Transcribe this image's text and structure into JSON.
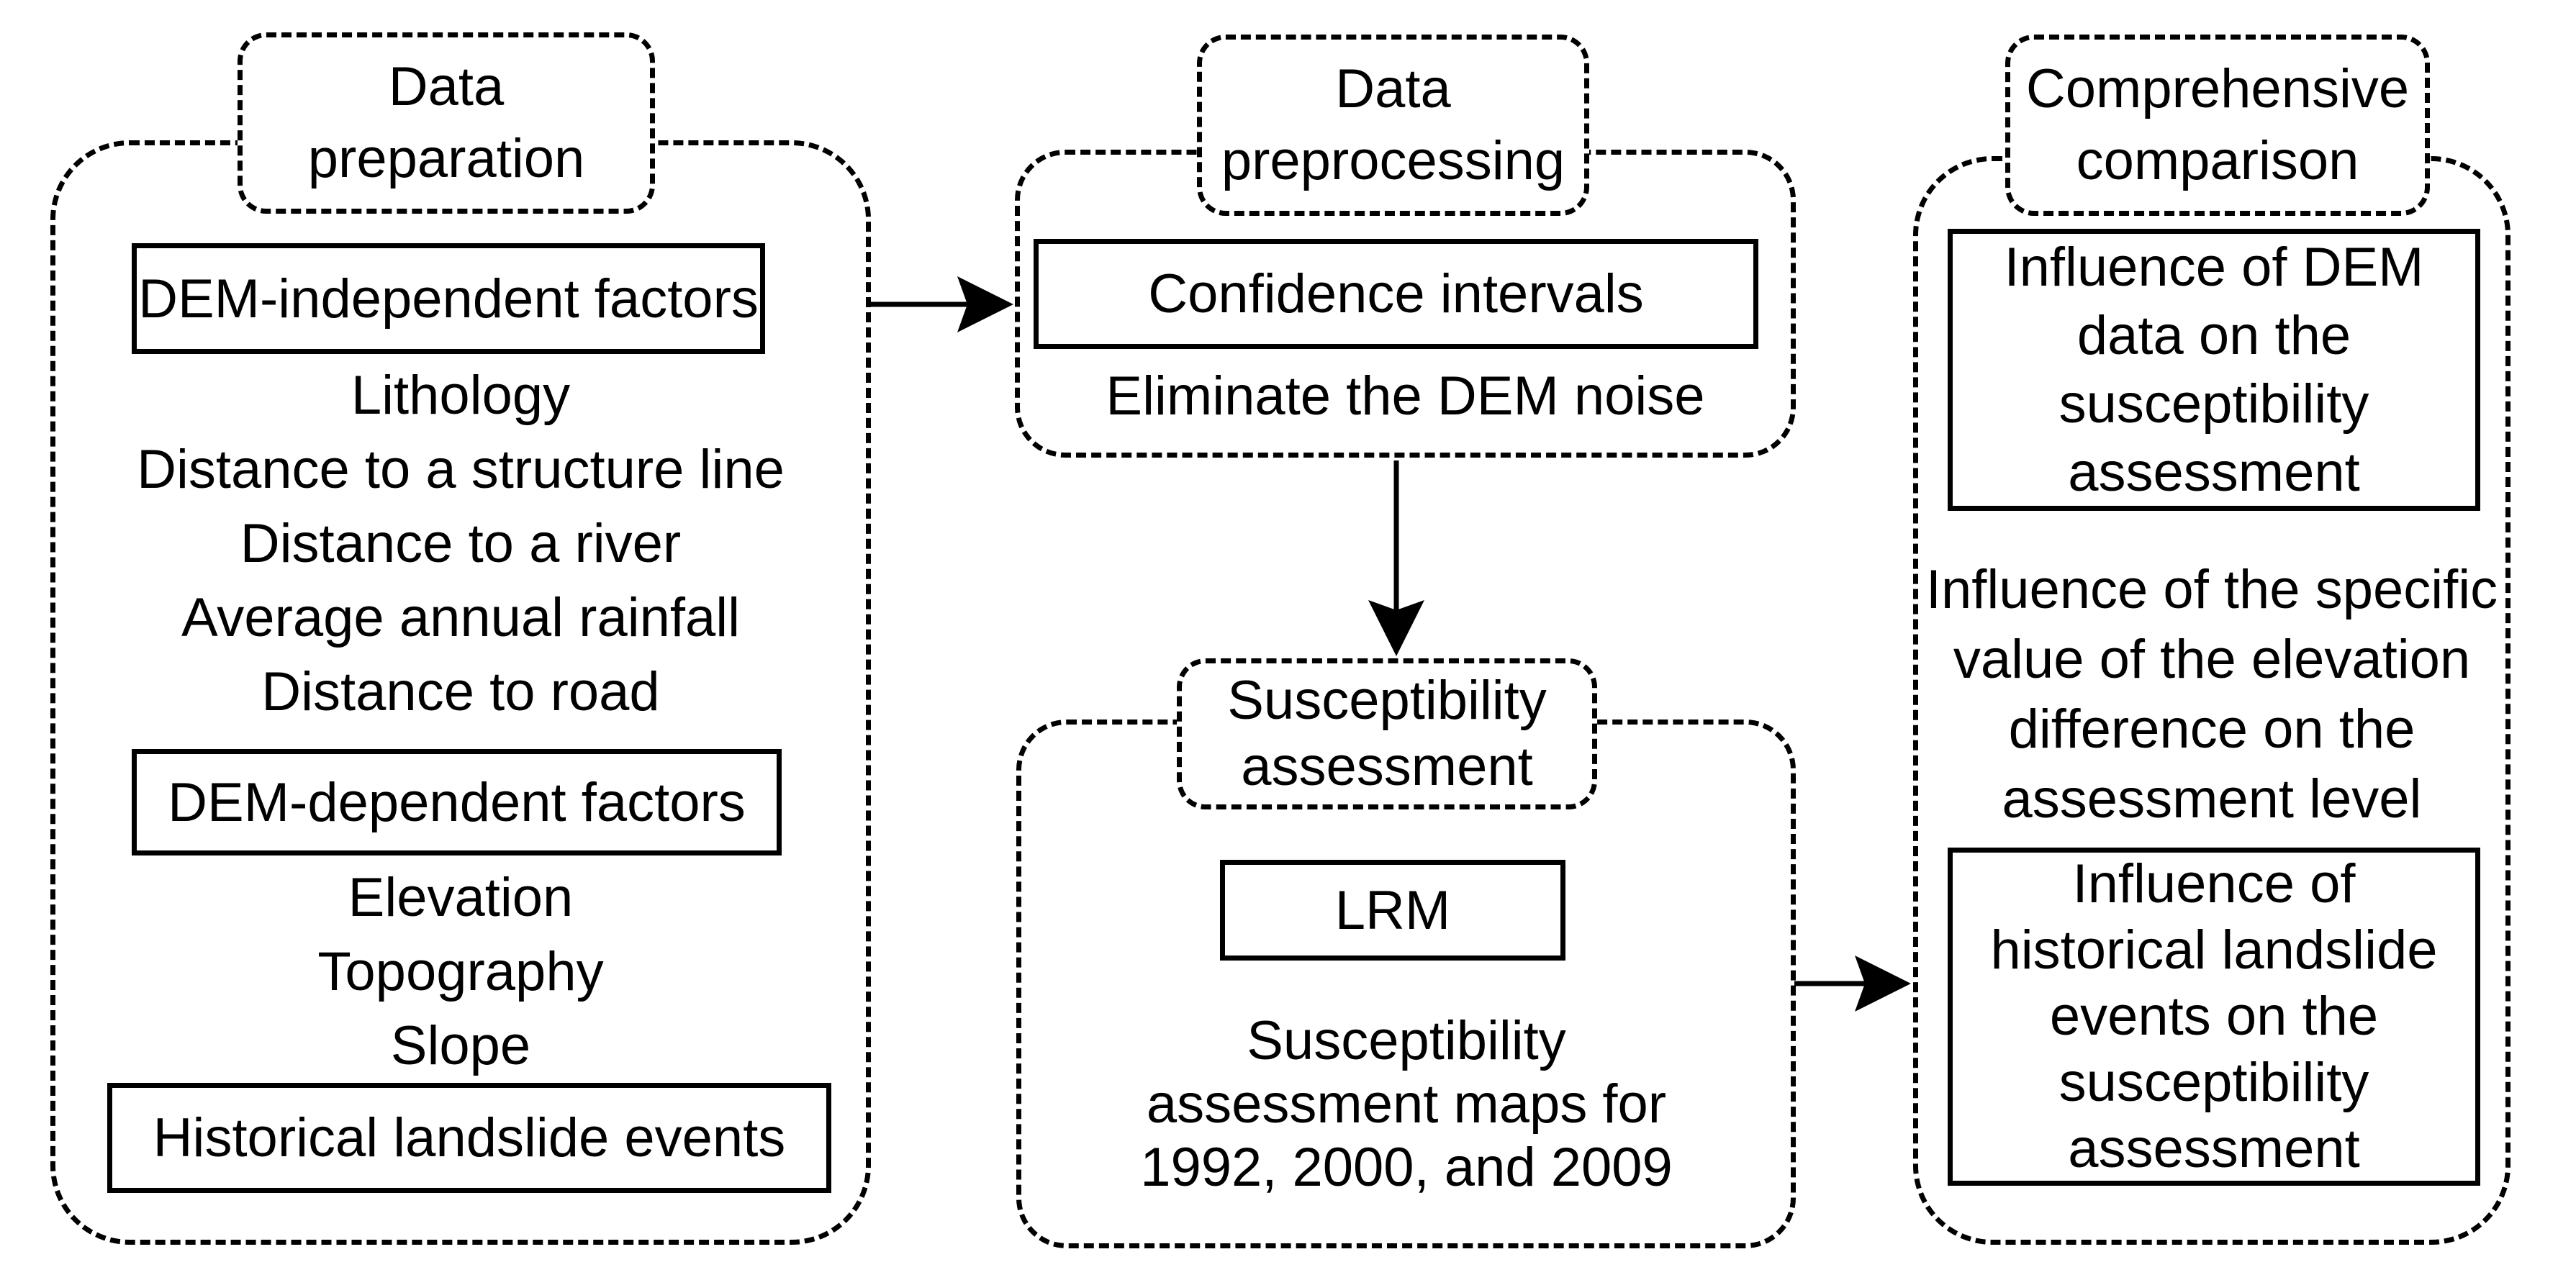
{
  "figure": {
    "left_panel": {
      "title": "Data\npreparation",
      "independent_box": "DEM-independent factors",
      "independent_items": [
        "Lithology",
        "Distance to a structure line",
        "Distance to a river",
        "Average annual rainfall",
        "Distance to road"
      ],
      "dependent_box": "DEM-dependent factors",
      "dependent_items": [
        "Elevation",
        "Topography",
        "Slope"
      ],
      "historical_box": "Historical landslide events"
    },
    "middle_top_panel": {
      "title": "Data\npreprocessing",
      "box": "Confidence intervals",
      "note": "Eliminate the DEM noise"
    },
    "middle_bottom_panel": {
      "title": "Susceptibility\nassessment",
      "box": "LRM",
      "note": "Susceptibility\nassessment maps for\n1992, 2000, and 2009"
    },
    "right_panel": {
      "title": "Comprehensive\ncomparison",
      "box_top": "Influence of DEM\ndata on the\nsusceptibility\nassessment",
      "note": "Influence of the specific\nvalue of the elevation\ndifference on the\nassessment level",
      "box_bottom": "Influence of\nhistorical landslide\nevents on the\nsusceptibility\nassessment"
    },
    "colors": {
      "ink": "#000000",
      "background": "#ffffff"
    }
  }
}
